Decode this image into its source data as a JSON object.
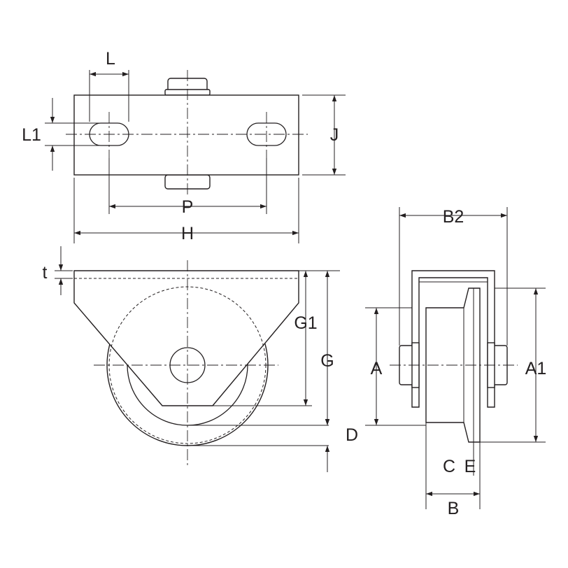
{
  "labels": {
    "L": "L",
    "L1": "L1",
    "J": "J",
    "P": "P",
    "H": "H",
    "t": "t",
    "G1": "G1",
    "G": "G",
    "D": "D",
    "B2": "B2",
    "A": "A",
    "A1": "A1",
    "C": "C",
    "E": "E",
    "B": "B"
  }
}
